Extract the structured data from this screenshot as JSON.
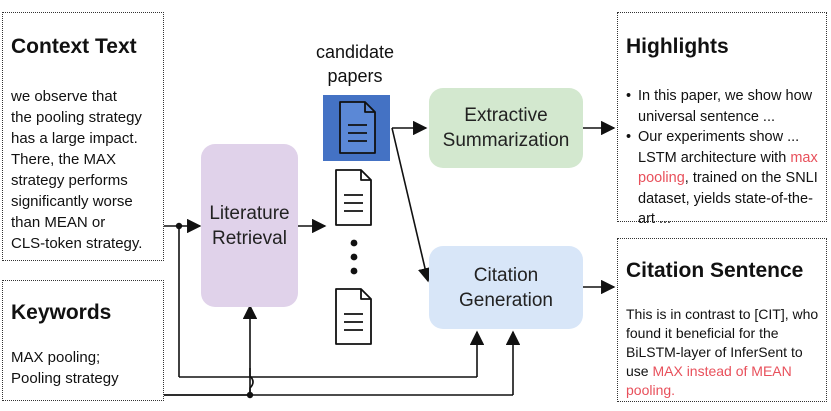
{
  "context_panel": {
    "title": "Context Text",
    "lines": [
      "we observe that",
      "the pooling strategy",
      "has a large impact.",
      "There, the MAX",
      "strategy performs",
      "significantly worse",
      "than MEAN or",
      "CLS-token strategy."
    ]
  },
  "keywords_panel": {
    "title": "Keywords",
    "lines": [
      "MAX pooling;",
      "Pooling strategy"
    ]
  },
  "modules": {
    "retrieval": [
      "Literature",
      "Retrieval"
    ],
    "summarization": [
      "Extractive",
      "Summarization"
    ],
    "citation_generation": [
      "Citation",
      "Generation"
    ]
  },
  "candidate_label": [
    "candidate",
    "papers"
  ],
  "highlights_panel": {
    "title": "Highlights",
    "bullet1": "In this paper, we show how universal sentence ...",
    "bullet2_before": "Our experiments show ... LSTM architecture with ",
    "bullet2_highlight": "max pooling",
    "bullet2_after": ", trained on the SNLI dataset, yields state-of-the-art ..."
  },
  "citation_panel": {
    "title": "Citation Sentence",
    "text_before": "This is in contrast to [CIT], who found it beneficial for the BiLSTM-layer of InferSent to use ",
    "text_highlight": "MAX instead of MEAN pooling."
  },
  "colors": {
    "retrieval_fill": "#e0d2ea",
    "summarization_fill": "#d3e8cf",
    "citation_fill": "#d8e6f8",
    "selected_doc_fill": "#4472c4",
    "highlight_text": "#e8505b"
  }
}
